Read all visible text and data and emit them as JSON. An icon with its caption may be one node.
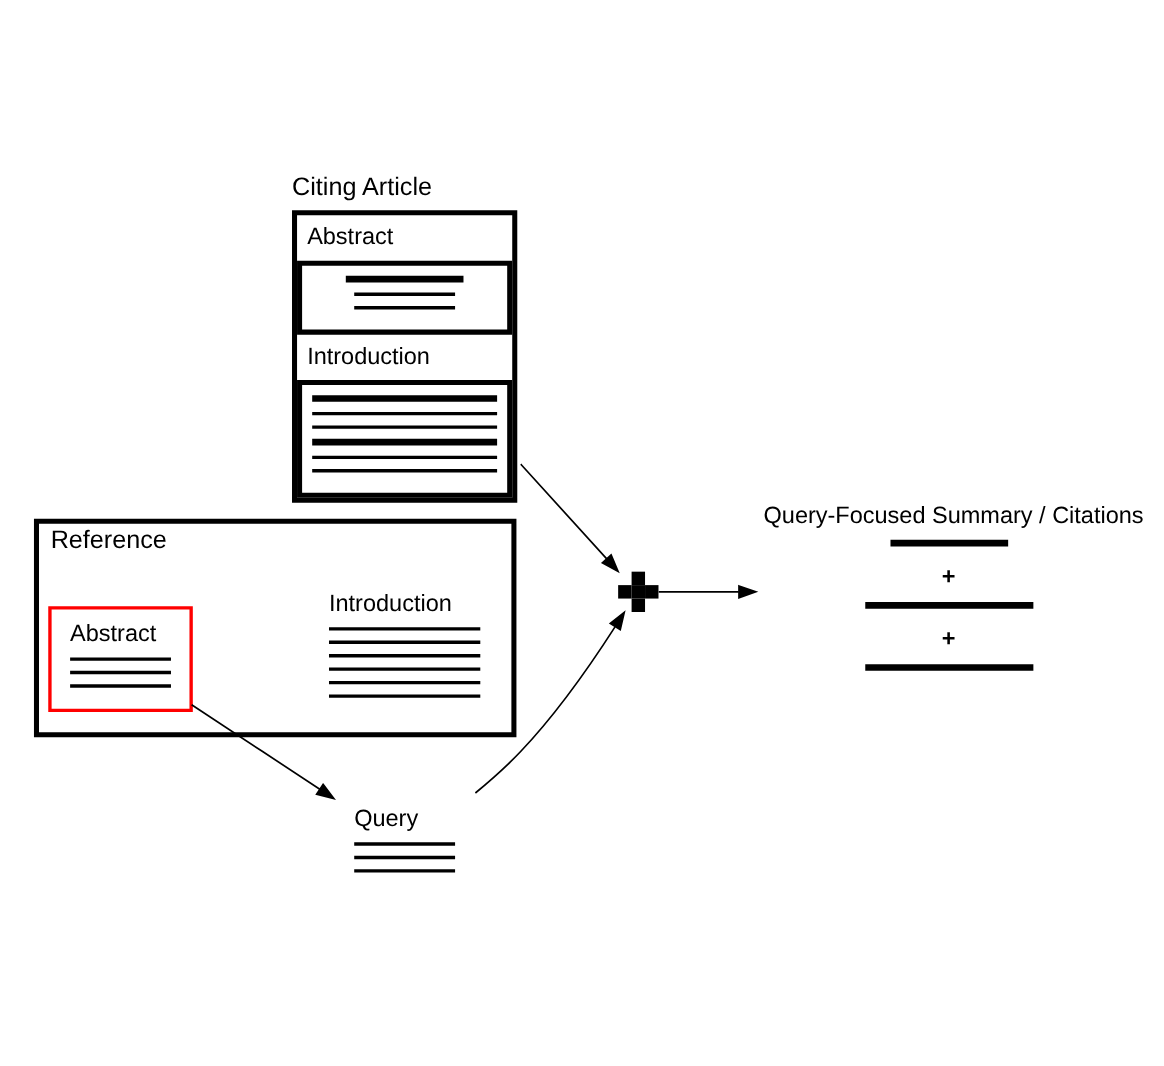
{
  "diagram": {
    "nodes": [
      {
        "text": [
          "Citing Article",
          "Abstract",
          "Introduction"
        ]
      },
      {
        "text": [
          "Reference",
          "Introduction"
        ]
      },
      {
        "text": [
          "Abstract"
        ],
        "in": 1
      },
      {
        "text": [],
        "shape": "plus"
      },
      {
        "text": [
          "Query"
        ]
      },
      {
        "text": [
          "Query-Focused Summary / Citations",
          "+",
          "+"
        ]
      }
    ],
    "edges": [
      {
        "from": 0,
        "to": 3,
        "arrow": "to"
      },
      {
        "from": 2,
        "to": 4,
        "arrow": "to"
      },
      {
        "from": 4,
        "to": 3,
        "arrow": "to"
      },
      {
        "from": 3,
        "to": 5,
        "arrow": "to"
      }
    ]
  }
}
